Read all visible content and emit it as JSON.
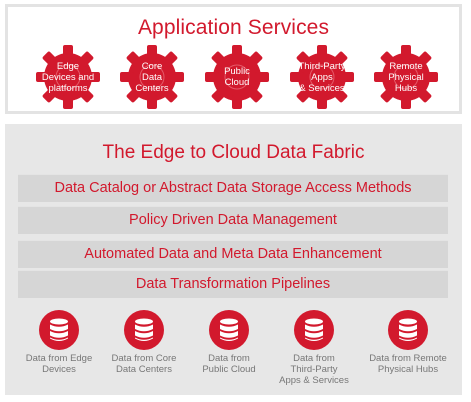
{
  "application_services": {
    "title": "Application Services",
    "gears": [
      {
        "label": "Edge\nDevices and\nplatforms",
        "icon": "gear-icon"
      },
      {
        "label": "Core\nData\nCenters",
        "icon": "gear-icon"
      },
      {
        "label": "Public\nCloud",
        "icon": "gear-icon"
      },
      {
        "label": "Third-Party\nApps\n& Services",
        "icon": "gear-icon"
      },
      {
        "label": "Remote\nPhysical\nHubs",
        "icon": "gear-icon"
      }
    ]
  },
  "data_fabric": {
    "title": "The Edge to Cloud Data Fabric",
    "layers": [
      "Data Catalog or Abstract Data Storage Access Methods",
      "Policy Driven Data Management",
      "Automated Data and Meta Data Enhancement",
      "Data Transformation Pipelines"
    ],
    "sources": [
      {
        "label": "Data from Edge\nDevices",
        "icon": "database-icon"
      },
      {
        "label": "Data from Core\nData Centers",
        "icon": "database-icon"
      },
      {
        "label": "Data from\nPublic Cloud",
        "icon": "database-icon"
      },
      {
        "label": "Data from\nThird-Party\nApps & Services",
        "icon": "database-icon"
      },
      {
        "label": "Data from Remote\nPhysical Hubs",
        "icon": "database-icon"
      }
    ]
  },
  "colors": {
    "accent": "#d2192d",
    "panel_border": "#e3e3e3",
    "panel_bg": "#e7e7e7",
    "band_bg": "#d6d6d6",
    "source_text": "#777777"
  }
}
